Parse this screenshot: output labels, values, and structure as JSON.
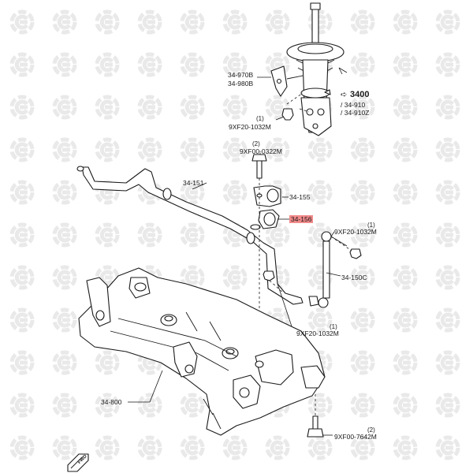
{
  "callouts": {
    "bracket_part_a": "34-970B",
    "bracket_part_b": "34-980B",
    "strut_assembly": "3400",
    "strut_sub_a": "/ 34-910",
    "strut_sub_b": "/ 34-910Z",
    "nut_top_qty": "(1)",
    "nut_top": "9XF20-1032M",
    "bolt_top_qty": "(2)",
    "bolt_top": "9XF00-0322M",
    "stabilizer_bar": "34-151",
    "bracket_clamp": "34-155",
    "bushing": "34-156",
    "nut_link_qty": "(1)",
    "nut_link": "9XF20-1032M",
    "link": "34-150C",
    "nut_lower_qty": "(1)",
    "nut_lower": "9XF20-1032M",
    "crossmember": "34-800",
    "bolt_bottom_qty": "(2)",
    "bolt_bottom": "9XF00-7642M",
    "front_marker": "FWD"
  },
  "colors": {
    "highlight": "#f28a8a",
    "line": "#1a1a1a",
    "watermark": "#e9e9e9"
  }
}
